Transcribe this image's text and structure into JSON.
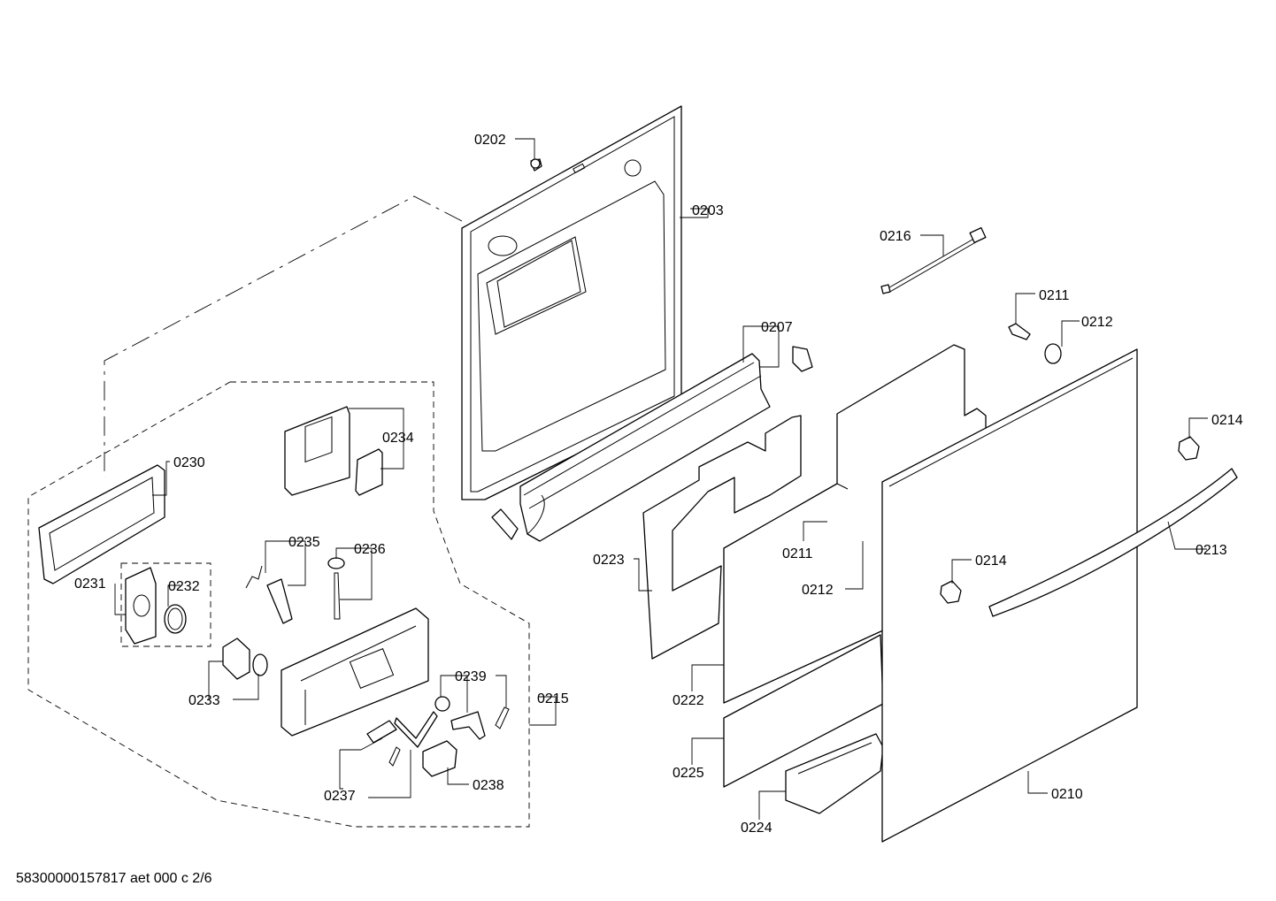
{
  "labels": {
    "l0202": "0202",
    "l0203": "0203",
    "l0216": "0216",
    "l0211a": "0211",
    "l0212a": "0212",
    "l0207": "0207",
    "l0214a": "0214",
    "l0230": "0230",
    "l0234": "0234",
    "l0235": "0235",
    "l0236": "0236",
    "l0231": "0231",
    "l0232": "0232",
    "l0223": "0223",
    "l0211b": "0211",
    "l0212b": "0212",
    "l0214b": "0214",
    "l0213": "0213",
    "l0233": "0233",
    "l0239": "0239",
    "l0215": "0215",
    "l0222": "0222",
    "l0225": "0225",
    "l0238": "0238",
    "l0237": "0237",
    "l0210": "0210",
    "l0224": "0224"
  },
  "footer": "58300000157817 aet 000 c 2/6"
}
